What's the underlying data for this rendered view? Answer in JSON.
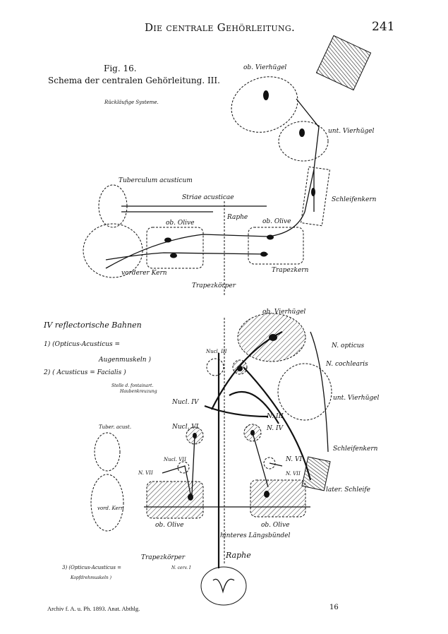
{
  "header": {
    "running_title": "Die centrale Gehörleitung.",
    "page_number": "241"
  },
  "figure": {
    "number": "Fig. 16.",
    "caption": "Schema der centralen Gehörleitung.  III.",
    "subcaption": "Rückläufige Systeme.",
    "upper_labels": {
      "ob_vierhuegel": "ob. Vierhügel",
      "unt_vierhuegel": "unt. Vierhügel",
      "schleifenkern": "Schleifenkern",
      "tuberculum": "Tuberculum acusticum",
      "striae": "Striae acusticae",
      "raphe": "Raphe",
      "ob_olive_l": "ob. Olive",
      "ob_olive_r": "ob. Olive",
      "vorderer_kern": "vorderer Kern",
      "trapezkern": "Trapezkern",
      "trapezkoerper": "Trapezkörper"
    },
    "lower_labels": {
      "heading": "IV  reflectorische Bahnen",
      "item1a": "1) (Opticus-Acusticus =",
      "item1b": "Augenmuskeln )",
      "item2": "2) ( Acusticus = Facialis )",
      "stelle1": "Stelle d. fontainart.",
      "stelle2": "Haubenkreuzung",
      "nucl_iii": "Nucl. III",
      "nucl_iv": "Nucl. IV",
      "ob_vierhuegel": "ob. Vierhügel",
      "n_opticus": "N. opticus",
      "n_cochlearis": "N. cochlearis",
      "unt_vierhuegel": "unt. Vierhügel",
      "n_iii": "N. III",
      "n_iv": "N. IV",
      "tuber_acust": "Tuber. acust.",
      "nucl_vi": "Nucl. VI",
      "schleifenkern": "Schleifenkern",
      "nucl_vii": "Nucl. VII",
      "n_vii_l": "N. VII",
      "n_vi": "N. VI",
      "n_vii_r": "N. VII",
      "later_schleife": "later. Schleife",
      "vord_kern": "vord. Kern",
      "ob_olive_l": "ob. Olive",
      "ob_olive_r": "ob. Olive",
      "laengsbuendel": "hinteres Längsbündel",
      "trapezkoerper": "Trapezkörper",
      "raphe": "Raphe",
      "n_cerv": "N. cerv. I",
      "item3a": "3) (Opticus-Acusticus =",
      "item3b": "Kopfdrehmuskeln )"
    }
  },
  "footer": {
    "journal": "Archiv f. A. u. Ph.  1893.  Anat. Abthlg.",
    "signature": "16"
  }
}
